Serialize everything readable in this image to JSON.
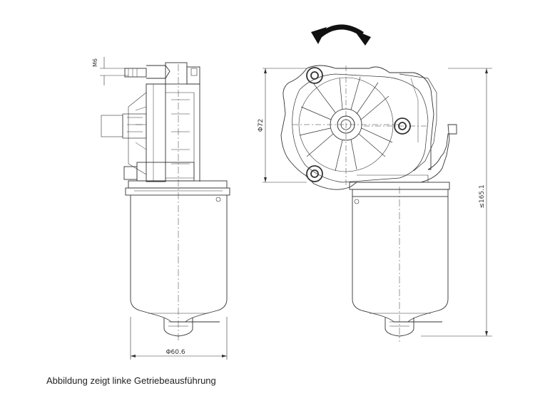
{
  "dimensions": {
    "thread": "M6",
    "diameter_gear": "Φ72",
    "diameter_motor": "Φ60.6",
    "height": "≤165.1"
  },
  "caption": "Abbildung zeigt linke Getriebeausführung",
  "colors": {
    "line": "#333333",
    "light": "#9a9a9a",
    "arrow": "#111111"
  }
}
